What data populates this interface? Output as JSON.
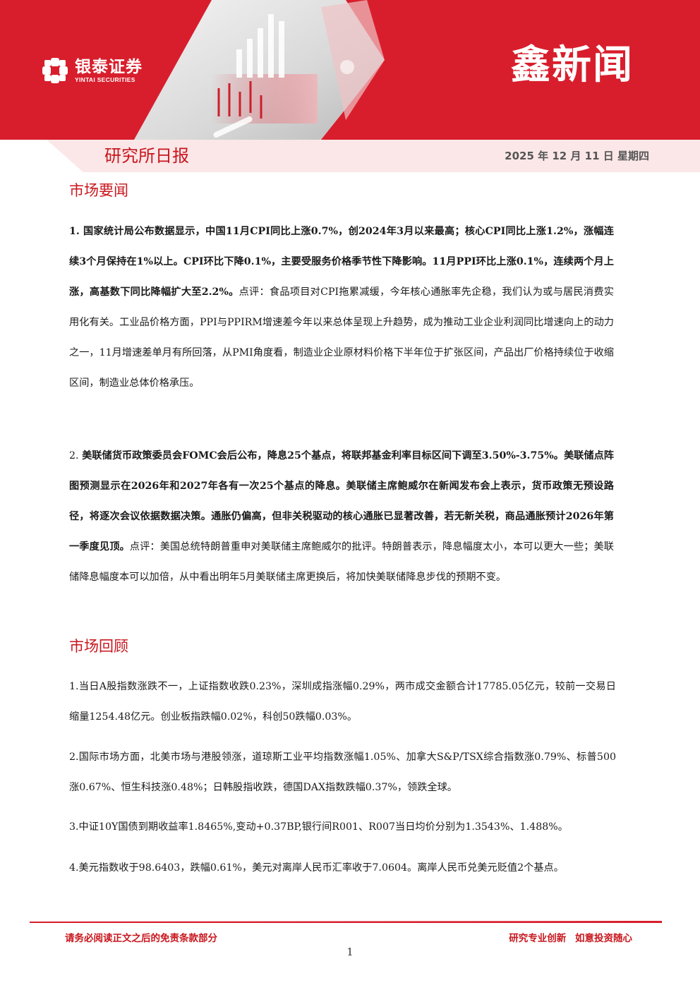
{
  "header": {
    "brand_cn": "银泰证券",
    "brand_en": "YINTAI SECURITIES",
    "masthead": "鑫新闻",
    "report_title": "研究所日报",
    "date": "2025 年 12 月 11 日  星期四",
    "brand_color": "#d81e2c"
  },
  "sections": {
    "news_title": "市场要闻",
    "review_title": "市场回顾"
  },
  "news": [
    {
      "lead": "1. 国家统计局公布数据显示，中国11月CPI同比上涨0.7%，创2024年3月以来最高；核心CPI同比上涨1.2%，涨幅连续3个月保持在1%以上。CPI环比下降0.1%，主要受服务价格季节性下降影响。11月PPI环比上涨0.1%，连续两个月上涨，高基数下同比降幅扩大至2.2%。",
      "comment": "点评：食品项目对CPI拖累减缓，今年核心通胀率先企稳，我们认为或与居民消费实用化有关。工业品价格方面，PPI与PPIRM增速差今年以来总体呈现上升趋势，成为推动工业企业利润同比增速向上的动力之一，11月增速差单月有所回落，从PMI角度看，制造业企业原材料价格下半年位于扩张区间，产品出厂价格持续位于收缩区间，制造业总体价格承压。"
    },
    {
      "num": "2. ",
      "lead": "美联储货币政策委员会FOMC会后公布，降息25个基点，将联邦基金利率目标区间下调至3.50%-3.75%。美联储点阵图预测显示在2026年和2027年各有一次25个基点的降息。美联储主席鲍威尔在新闻发布会上表示，货币政策无预设路径，将逐次会议依据数据决策。通胀仍偏高，但非关税驱动的核心通胀已显著改善，若无新关税，商品通胀预计2026年第一季度见顶。",
      "comment": "点评：美国总统特朗普重申对美联储主席鲍威尔的批评。特朗普表示，降息幅度太小，本可以更大一些；美联储降息幅度本可以加倍，从中看出明年5月美联储主席更换后，将加快美联储降息步伐的预期不变。"
    }
  ],
  "review": [
    "1.当日A股指数涨跌不一，上证指数收跌0.23%，深圳成指涨幅0.29%，两市成交金额合计17785.05亿元，较前一交易日缩量1254.48亿元。创业板指跌幅0.02%，科创50跌幅0.03%。",
    "2.国际市场方面，北美市场与港股领涨，道琼斯工业平均指数涨幅1.05%、加拿大S&P/TSX综合指数涨0.79%、标普500涨0.67%、恒生科技涨0.48%；日韩股指收跌，德国DAX指数跌幅0.37%，领跌全球。",
    "3.中证10Y国债到期收益率1.8465%,变动+0.37BP,银行间R001、R007当日均价分别为1.3543%、1.488%。",
    "4.美元指数收于98.6403，跌幅0.61%，美元对离岸人民币汇率收于7.0604。离岸人民币兑美元贬值2个基点。"
  ],
  "footer": {
    "disclaimer": "请务必阅读正文之后的免责条款部分",
    "slogan": "研究专业创新  如意投资随心",
    "page": "1"
  }
}
